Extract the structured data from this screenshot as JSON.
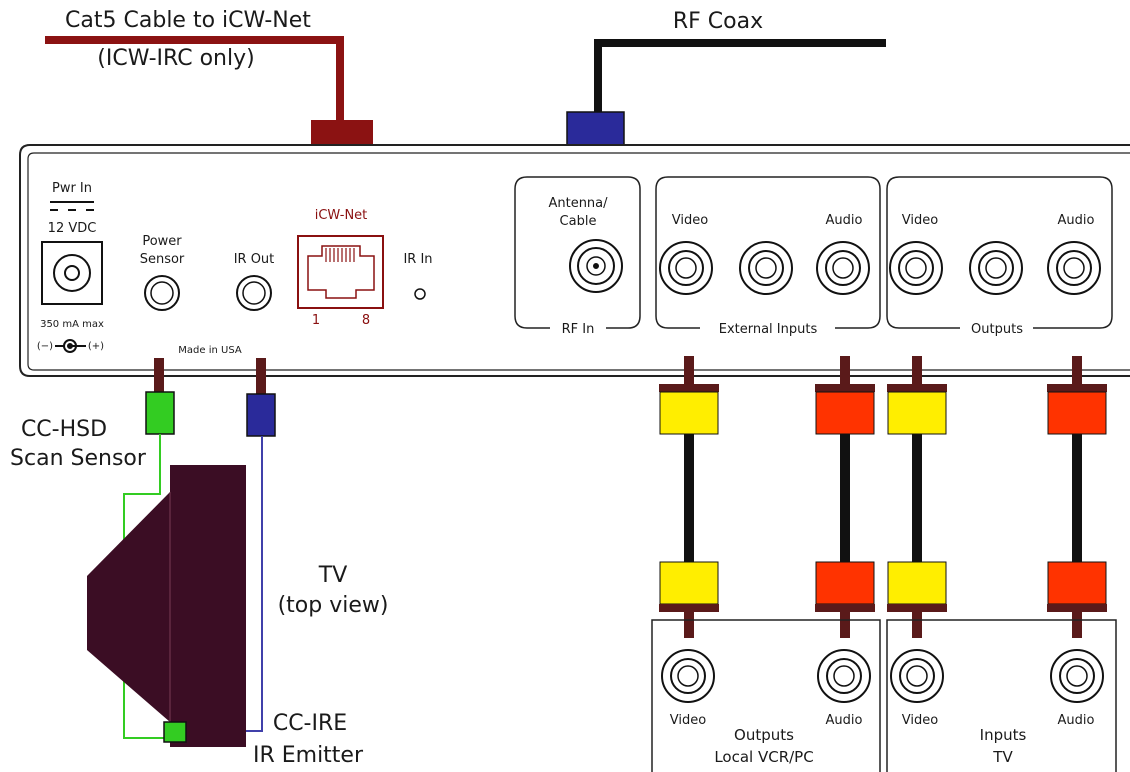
{
  "cables": {
    "cat5_line1": "Cat5 Cable to iCW-Net",
    "cat5_line2": "(ICW-IRC only)",
    "rf_coax": "RF Coax"
  },
  "panel": {
    "pwr_in": "Pwr In",
    "voltage": "12 VDC",
    "current": "350 mA max",
    "polarity_minus": "(−)",
    "polarity_plus": "(+)",
    "power_sensor_line1": "Power",
    "power_sensor_line2": "Sensor",
    "ir_out": "IR Out",
    "icw_net": "iCW-Net",
    "pin_first": "1",
    "pin_last": "8",
    "ir_in": "IR In",
    "made_in": "Made in USA",
    "antenna_line1": "Antenna/",
    "antenna_line2": "Cable",
    "rf_in": "RF In",
    "ext_video": "Video",
    "ext_audio": "Audio",
    "external_inputs": "External Inputs",
    "out_video": "Video",
    "out_audio": "Audio",
    "outputs": "Outputs"
  },
  "devices": {
    "sensor_line1": "CC-HSD",
    "sensor_line2": "Scan Sensor",
    "tv_line1": "TV",
    "tv_line2": "(top view)",
    "emitter_line1": "CC-IRE",
    "emitter_line2": "IR Emitter"
  },
  "vcr_box": {
    "video": "Video",
    "audio": "Audio",
    "title_line1": "Outputs",
    "title_line2": "Local VCR/PC"
  },
  "tv_box": {
    "video": "Video",
    "audio": "Audio",
    "title_line1": "Inputs",
    "title_line2": "TV"
  },
  "colors": {
    "cat5": "#8b1212",
    "coax": "#111111",
    "rf_connector": "#2a2a9a",
    "sensor_green": "#33cc22",
    "emitter_blue": "#2a2a9a",
    "video_yellow": "#ffee00",
    "audio_red": "#ff3300",
    "tv_body": "#3b0d24"
  }
}
